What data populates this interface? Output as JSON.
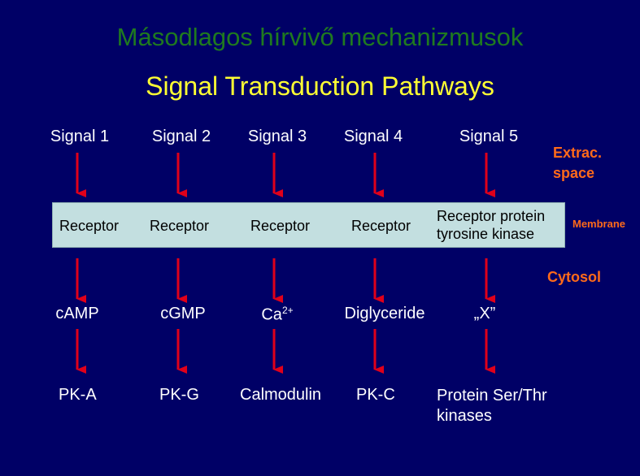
{
  "title_hu": "Másodlagos hírvivő mechanizmusok",
  "title_en": "Signal Transduction Pathways",
  "signals": [
    "Signal 1",
    "Signal 2",
    "Signal 3",
    "Signal 4",
    "Signal 5"
  ],
  "receptors": [
    "Receptor",
    "Receptor",
    "Receptor",
    "Receptor",
    "Receptor protein tyrosine kinase"
  ],
  "second_messengers": {
    "m1": "cAMP",
    "m2": "cGMP",
    "m3_base": "Ca",
    "m3_sup": "2+",
    "m4": "Diglyceride",
    "m5": "„X”"
  },
  "effectors": [
    "PK-A",
    "PK-G",
    "Calmodulin",
    "PK-C",
    "Protein Ser/Thr kinases"
  ],
  "labels": {
    "extrac": "Extrac. space",
    "membrane": "Membrane",
    "cytosol": "Cytosol"
  },
  "colors": {
    "background": "#000066",
    "title_hu": "#1f7a1f",
    "title_en": "#ffff33",
    "arrow": "#e0001a",
    "side_label": "#ff6a1a",
    "membrane_fill": "#c3dfe0"
  }
}
